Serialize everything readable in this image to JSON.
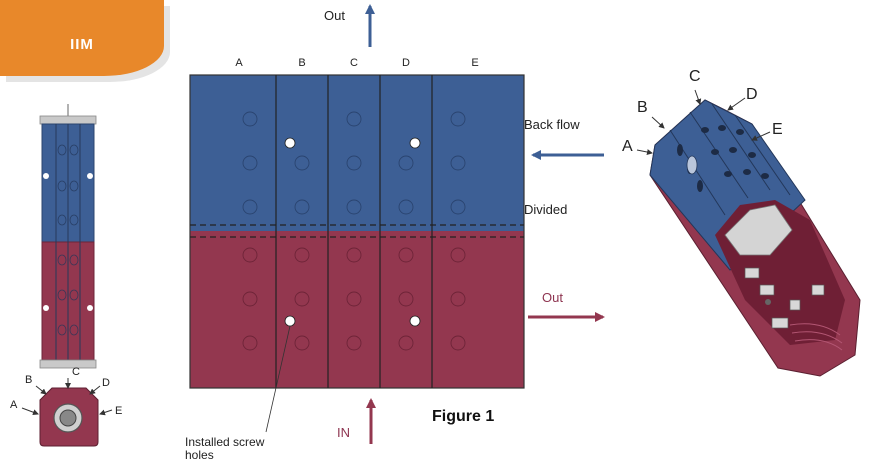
{
  "brand": {
    "label": "IIM",
    "color": "#e8882a"
  },
  "figure_caption": "Figure 1",
  "columns": [
    "A",
    "B",
    "C",
    "D",
    "E"
  ],
  "side_labels": {
    "back_flow": "Back flow",
    "divided": "Divided",
    "out_right": "Out",
    "out_top": "Out",
    "in_bottom": "IN",
    "screw_holes_line1": "Installed screw",
    "screw_holes_line2": "holes"
  },
  "end_view_labels": [
    "A",
    "B",
    "C",
    "D",
    "E"
  ],
  "iso_labels": [
    "A",
    "B",
    "C",
    "D",
    "E"
  ],
  "colors": {
    "upper_section": "#3d5f95",
    "lower_section": "#93374f",
    "arrow_blue": "#3d5f95",
    "arrow_red": "#93374f"
  }
}
